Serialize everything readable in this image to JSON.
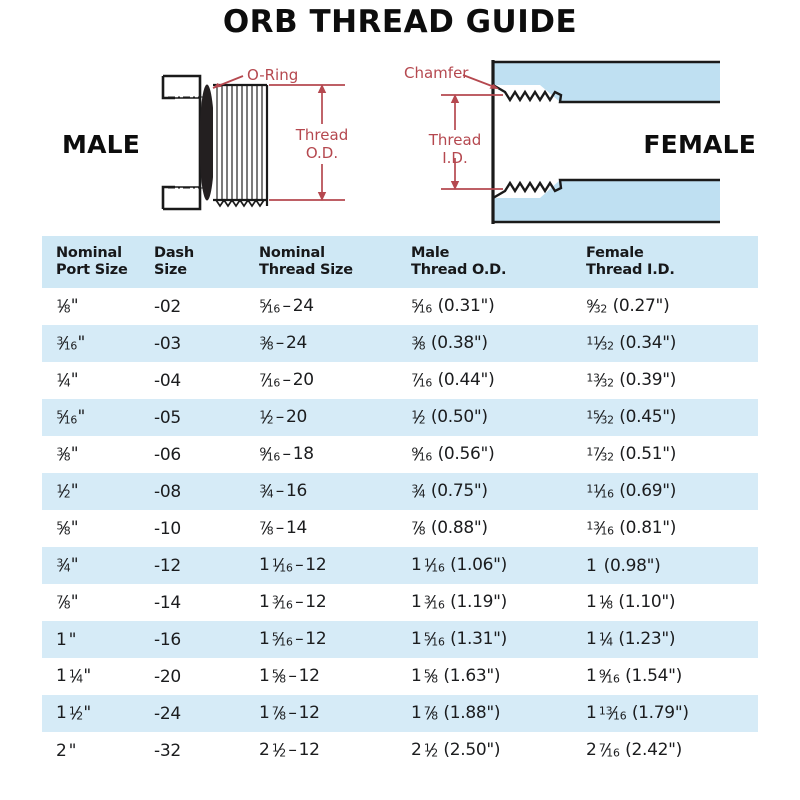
{
  "title": "ORB THREAD GUIDE",
  "diagram": {
    "male_label": "MALE",
    "female_label": "FEMALE",
    "callouts": {
      "o_ring": "O-Ring",
      "thread_od_line1": "Thread",
      "thread_od_line2": "O.D.",
      "chamfer": "Chamfer",
      "thread_id_line1": "Thread",
      "thread_id_line2": "I.D."
    },
    "colors": {
      "annotation_red": "#b5484f",
      "body_fill": "#bfe0f2",
      "outline": "#1a1a1a"
    }
  },
  "table": {
    "header_bg": "#cfe8f5",
    "stripe_bg": "#d6ebf7",
    "headers": [
      {
        "line1": "Nominal",
        "line2": "Port Size"
      },
      {
        "line1": "Dash",
        "line2": "Size"
      },
      {
        "line1": "Nominal",
        "line2": "Thread Size"
      },
      {
        "line1": "Male",
        "line2": "Thread O.D."
      },
      {
        "line1": "Female",
        "line2": "Thread I.D."
      }
    ],
    "rows": [
      {
        "port_size": {
          "whole": "",
          "num": "1",
          "den": "8",
          "suffix": "\""
        },
        "dash_size": "-02",
        "thread_size": {
          "whole": "",
          "num": "5",
          "den": "16",
          "tpi": "24"
        },
        "male_od": {
          "whole": "",
          "num": "5",
          "den": "16",
          "decimal": "(0.31\")"
        },
        "female_id": {
          "whole": "",
          "num": "9",
          "den": "32",
          "decimal": "(0.27\")"
        }
      },
      {
        "port_size": {
          "whole": "",
          "num": "3",
          "den": "16",
          "suffix": "\""
        },
        "dash_size": "-03",
        "thread_size": {
          "whole": "",
          "num": "3",
          "den": "8",
          "tpi": "24"
        },
        "male_od": {
          "whole": "",
          "num": "3",
          "den": "8",
          "decimal": "(0.38\")"
        },
        "female_id": {
          "whole": "",
          "num": "11",
          "den": "32",
          "decimal": "(0.34\")"
        }
      },
      {
        "port_size": {
          "whole": "",
          "num": "1",
          "den": "4",
          "suffix": "\""
        },
        "dash_size": "-04",
        "thread_size": {
          "whole": "",
          "num": "7",
          "den": "16",
          "tpi": "20"
        },
        "male_od": {
          "whole": "",
          "num": "7",
          "den": "16",
          "decimal": "(0.44\")"
        },
        "female_id": {
          "whole": "",
          "num": "13",
          "den": "32",
          "decimal": "(0.39\")"
        }
      },
      {
        "port_size": {
          "whole": "",
          "num": "5",
          "den": "16",
          "suffix": "\""
        },
        "dash_size": "-05",
        "thread_size": {
          "whole": "",
          "num": "1",
          "den": "2",
          "tpi": "20"
        },
        "male_od": {
          "whole": "",
          "num": "1",
          "den": "2",
          "decimal": "(0.50\")"
        },
        "female_id": {
          "whole": "",
          "num": "15",
          "den": "32",
          "decimal": "(0.45\")"
        }
      },
      {
        "port_size": {
          "whole": "",
          "num": "3",
          "den": "8",
          "suffix": "\""
        },
        "dash_size": "-06",
        "thread_size": {
          "whole": "",
          "num": "9",
          "den": "16",
          "tpi": "18"
        },
        "male_od": {
          "whole": "",
          "num": "9",
          "den": "16",
          "decimal": "(0.56\")"
        },
        "female_id": {
          "whole": "",
          "num": "17",
          "den": "32",
          "decimal": "(0.51\")"
        }
      },
      {
        "port_size": {
          "whole": "",
          "num": "1",
          "den": "2",
          "suffix": "\""
        },
        "dash_size": "-08",
        "thread_size": {
          "whole": "",
          "num": "3",
          "den": "4",
          "tpi": "16"
        },
        "male_od": {
          "whole": "",
          "num": "3",
          "den": "4",
          "decimal": "(0.75\")"
        },
        "female_id": {
          "whole": "",
          "num": "11",
          "den": "16",
          "decimal": "(0.69\")"
        }
      },
      {
        "port_size": {
          "whole": "",
          "num": "5",
          "den": "8",
          "suffix": "\""
        },
        "dash_size": "-10",
        "thread_size": {
          "whole": "",
          "num": "7",
          "den": "8",
          "tpi": "14"
        },
        "male_od": {
          "whole": "",
          "num": "7",
          "den": "8",
          "decimal": "(0.88\")"
        },
        "female_id": {
          "whole": "",
          "num": "13",
          "den": "16",
          "decimal": "(0.81\")"
        }
      },
      {
        "port_size": {
          "whole": "",
          "num": "3",
          "den": "4",
          "suffix": "\""
        },
        "dash_size": "-12",
        "thread_size": {
          "whole": "1",
          "num": "1",
          "den": "16",
          "tpi": "12"
        },
        "male_od": {
          "whole": "1",
          "num": "1",
          "den": "16",
          "decimal": "(1.06\")"
        },
        "female_id": {
          "whole": "1",
          "num": "",
          "den": "",
          "decimal": "(0.98\")"
        }
      },
      {
        "port_size": {
          "whole": "",
          "num": "7",
          "den": "8",
          "suffix": "\""
        },
        "dash_size": "-14",
        "thread_size": {
          "whole": "1",
          "num": "3",
          "den": "16",
          "tpi": "12"
        },
        "male_od": {
          "whole": "1",
          "num": "3",
          "den": "16",
          "decimal": "(1.19\")"
        },
        "female_id": {
          "whole": "1",
          "num": "1",
          "den": "8",
          "decimal": "(1.10\")"
        }
      },
      {
        "port_size": {
          "whole": "1",
          "num": "",
          "den": "",
          "suffix": "\""
        },
        "dash_size": "-16",
        "thread_size": {
          "whole": "1",
          "num": "5",
          "den": "16",
          "tpi": "12"
        },
        "male_od": {
          "whole": "1",
          "num": "5",
          "den": "16",
          "decimal": "(1.31\")"
        },
        "female_id": {
          "whole": "1",
          "num": "1",
          "den": "4",
          "decimal": "(1.23\")"
        }
      },
      {
        "port_size": {
          "whole": "1",
          "num": "1",
          "den": "4",
          "suffix": "\""
        },
        "dash_size": "-20",
        "thread_size": {
          "whole": "1",
          "num": "5",
          "den": "8",
          "tpi": "12"
        },
        "male_od": {
          "whole": "1",
          "num": "5",
          "den": "8",
          "decimal": "(1.63\")"
        },
        "female_id": {
          "whole": "1",
          "num": "9",
          "den": "16",
          "decimal": "(1.54\")"
        }
      },
      {
        "port_size": {
          "whole": "1",
          "num": "1",
          "den": "2",
          "suffix": "\""
        },
        "dash_size": "-24",
        "thread_size": {
          "whole": "1",
          "num": "7",
          "den": "8",
          "tpi": "12"
        },
        "male_od": {
          "whole": "1",
          "num": "7",
          "den": "8",
          "decimal": "(1.88\")"
        },
        "female_id": {
          "whole": "1",
          "num": "13",
          "den": "16",
          "decimal": "(1.79\")"
        }
      },
      {
        "port_size": {
          "whole": "2",
          "num": "",
          "den": "",
          "suffix": "\""
        },
        "dash_size": "-32",
        "thread_size": {
          "whole": "2",
          "num": "1",
          "den": "2",
          "tpi": "12"
        },
        "male_od": {
          "whole": "2",
          "num": "1",
          "den": "2",
          "decimal": "(2.50\")"
        },
        "female_id": {
          "whole": "2",
          "num": "7",
          "den": "16",
          "decimal": "(2.42\")"
        }
      }
    ]
  }
}
